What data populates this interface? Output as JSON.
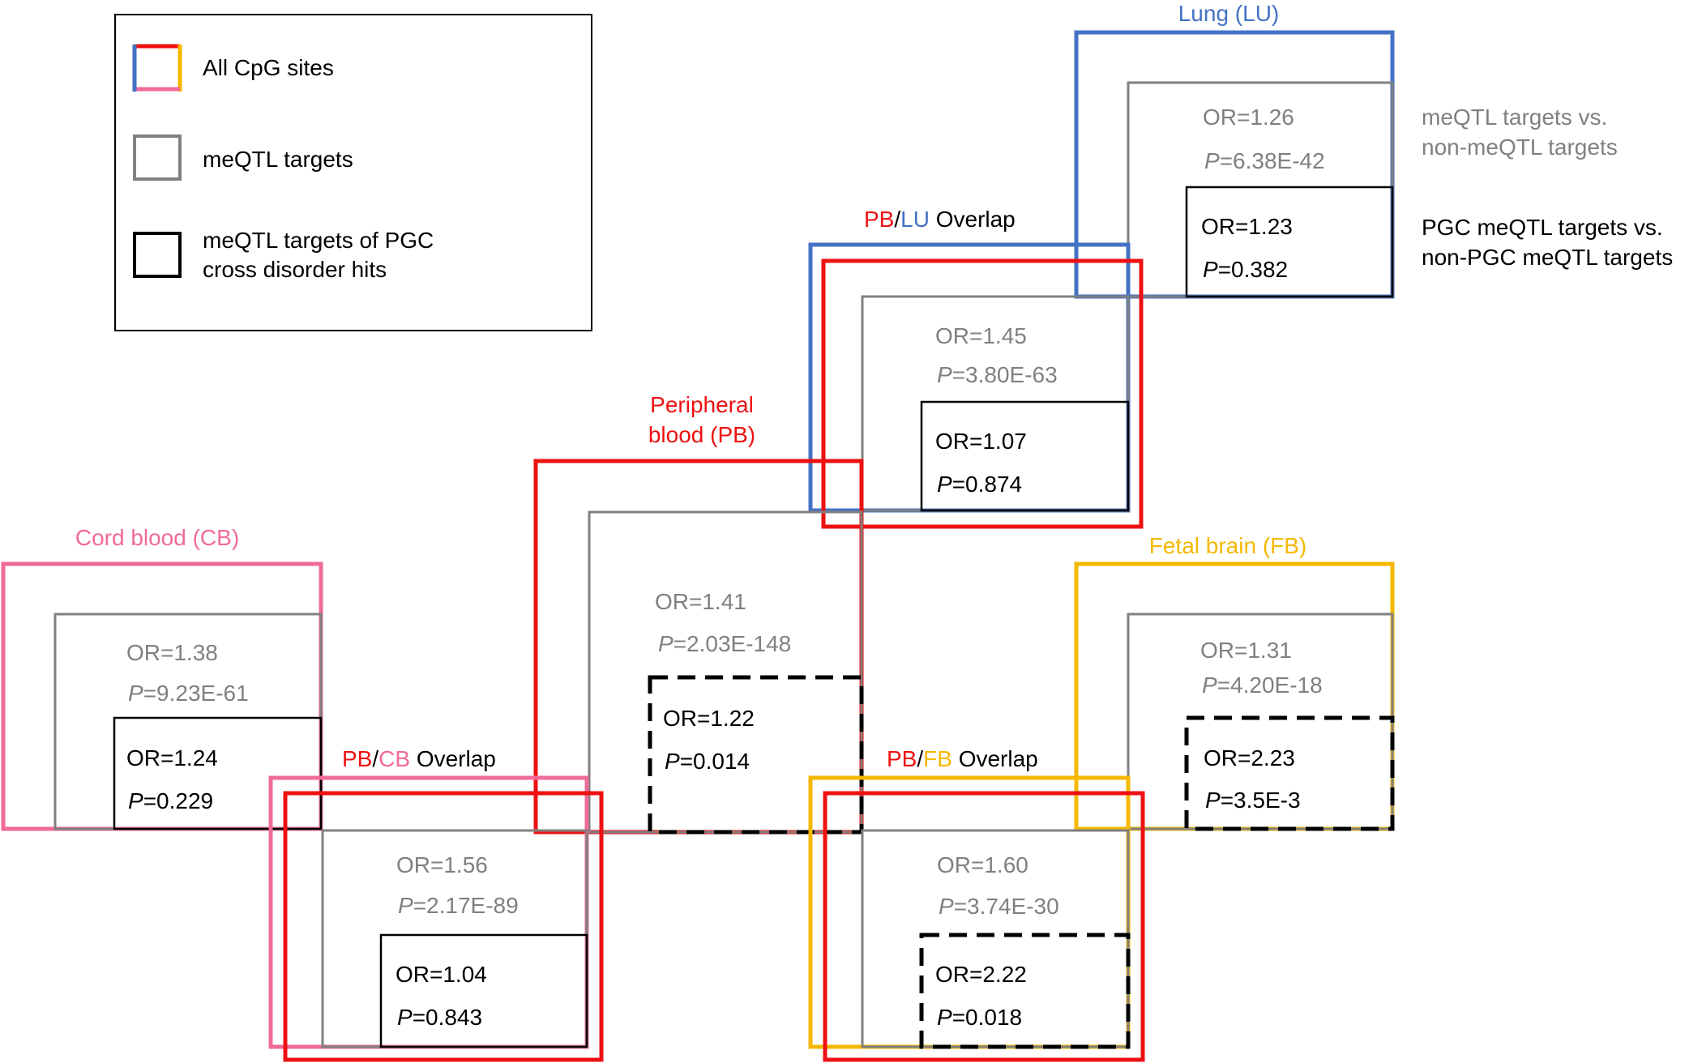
{
  "colors": {
    "peripheral_blood": "#ee1111",
    "lung": "#4472c4",
    "cord_blood": "#f06a9a",
    "fetal_brain": "#f5b800",
    "meqtl_gray": "#808080",
    "pgc_black": "#000000"
  },
  "legend": {
    "all_cpg": "All CpG sites",
    "meqtl_targets": "meQTL targets",
    "pgc_line1": "meQTL targets of PGC",
    "pgc_line2": "cross disorder hits"
  },
  "annotations": {
    "meqtl_line1": "meQTL targets vs.",
    "meqtl_line2": "non-meQTL targets",
    "pgc_line1": "PGC meQTL targets vs.",
    "pgc_line2": "non-PGC meQTL targets"
  },
  "labels": {
    "lung": "Lung (LU)",
    "pb_line1": "Peripheral",
    "pb_line2": "blood (PB)",
    "cord_blood": "Cord blood (CB)",
    "fetal_brain": "Fetal brain (FB)",
    "pb": "PB",
    "slash": "/",
    "lu": "LU",
    "cb": "CB",
    "fb": "FB",
    "overlap": " Overlap"
  },
  "p_symbol": "P",
  "panels": {
    "lung": {
      "meqtl_or": "OR=1.26",
      "meqtl_p": "=6.38E-42",
      "pgc_or": "OR=1.23",
      "pgc_p": "=0.382",
      "pgc_significant": false
    },
    "pb_lu": {
      "meqtl_or": "OR=1.45",
      "meqtl_p": "=3.80E-63",
      "pgc_or": "OR=1.07",
      "pgc_p": "=0.874",
      "pgc_significant": false
    },
    "pb": {
      "meqtl_or": "OR=1.41",
      "meqtl_p": "=2.03E-148",
      "pgc_or": "OR=1.22",
      "pgc_p": "=0.014",
      "pgc_significant": true
    },
    "cb": {
      "meqtl_or": "OR=1.38",
      "meqtl_p": "=9.23E-61",
      "pgc_or": "OR=1.24",
      "pgc_p": "=0.229",
      "pgc_significant": false
    },
    "pb_cb": {
      "meqtl_or": "OR=1.56",
      "meqtl_p": "=2.17E-89",
      "pgc_or": "OR=1.04",
      "pgc_p": "=0.843",
      "pgc_significant": false
    },
    "fb": {
      "meqtl_or": "OR=1.31",
      "meqtl_p": "=4.20E-18",
      "pgc_or": "OR=2.23",
      "pgc_p": "=3.5E-3",
      "pgc_significant": true
    },
    "pb_fb": {
      "meqtl_or": "OR=1.60",
      "meqtl_p": "=3.74E-30",
      "pgc_or": "OR=2.22",
      "pgc_p": "=0.018",
      "pgc_significant": true
    }
  }
}
